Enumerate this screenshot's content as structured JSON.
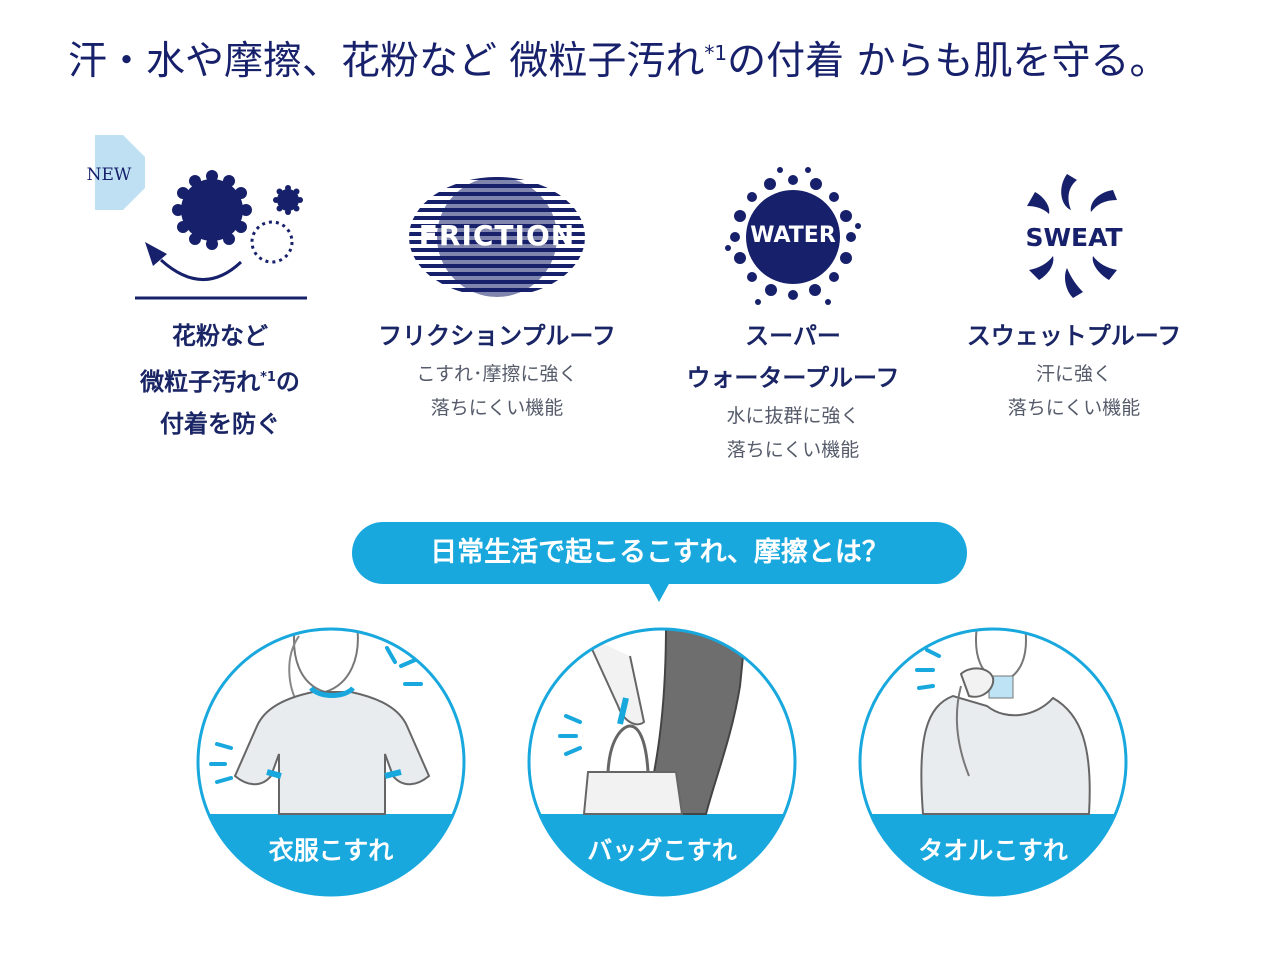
{
  "headline": {
    "part1": "汗・水や摩擦、花粉など 微粒子汚れ",
    "mark": "*1",
    "part2": "の付着 からも肌を守る。"
  },
  "features": [
    {
      "badge": "NEW",
      "title_line1": "花粉など",
      "title_line2a": "微粒子汚れ",
      "title_mark": "*1",
      "title_line2b": "の",
      "title_line3": "付着を防ぐ"
    },
    {
      "icon_text": "FRICTION",
      "title": "フリクションプルーフ",
      "desc1": "こすれ･摩擦に強く",
      "desc2": "落ちにくい機能"
    },
    {
      "icon_text": "WATER",
      "title1": "スーパー",
      "title2": "ウォータープルーフ",
      "desc1": "水に抜群に強く",
      "desc2": "落ちにくい機能"
    },
    {
      "icon_text": "SWEAT",
      "title": "スウェットプルーフ",
      "desc1": "汗に強く",
      "desc2": "落ちにくい機能"
    }
  ],
  "bubble": {
    "text": "日常生活で起こるこすれ、摩擦とは？"
  },
  "scenes": [
    {
      "label": "衣服こすれ"
    },
    {
      "label": "バッグこすれ"
    },
    {
      "label": "タオルこすれ"
    }
  ],
  "colors": {
    "navy": "#17206b",
    "accent": "#18a8de",
    "badge": "#bfe0f2"
  }
}
